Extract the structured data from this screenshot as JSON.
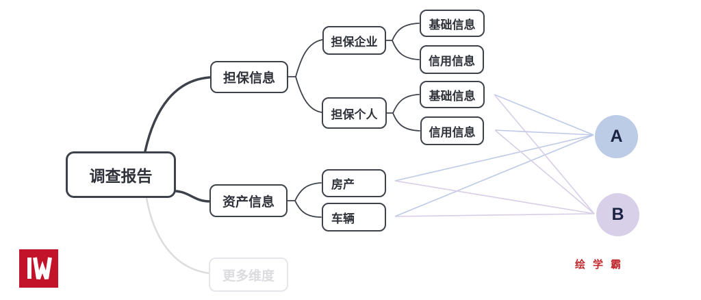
{
  "diagram": {
    "root": {
      "label": "调查报告"
    },
    "branches": [
      {
        "label": "担保信息",
        "children": [
          {
            "label": "担保企业",
            "children": [
              {
                "label": "基础信息"
              },
              {
                "label": "信用信息"
              }
            ]
          },
          {
            "label": "担保个人",
            "children": [
              {
                "label": "基础信息"
              },
              {
                "label": "信用信息"
              }
            ]
          }
        ]
      },
      {
        "label": "资产信息",
        "children": [
          {
            "label": "房产"
          },
          {
            "label": "车辆"
          }
        ]
      },
      {
        "label": "更多维度",
        "state": "muted"
      }
    ],
    "targets": [
      {
        "label": "A",
        "color": "#bccbe6"
      },
      {
        "label": "B",
        "color": "#d8cfe8"
      }
    ],
    "links": [
      {
        "from": "担保个人/基础信息",
        "to": "A"
      },
      {
        "from": "担保个人/信用信息",
        "to": "A"
      },
      {
        "from": "房产",
        "to": "A"
      },
      {
        "from": "车辆",
        "to": "A"
      },
      {
        "from": "担保个人/基础信息",
        "to": "B"
      },
      {
        "from": "担保个人/信用信息",
        "to": "B"
      },
      {
        "from": "房产",
        "to": "B"
      },
      {
        "from": "车辆",
        "to": "B"
      }
    ],
    "colors": {
      "node_border": "#3d4149",
      "muted_edge": "#dcdcde",
      "link_to_a": "#bdc9e6",
      "link_to_b": "#d8cde7"
    }
  },
  "watermark": {
    "logo_letter": "W",
    "logo_color": "#c3132b",
    "brand_text": "绘学霸",
    "brand_color": "#c0272d"
  }
}
